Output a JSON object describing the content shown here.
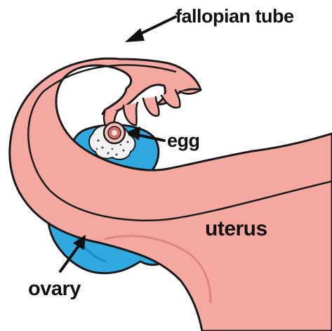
{
  "labels": {
    "fallopian_tube": "fallopian tube",
    "egg": "egg",
    "uterus": "uterus",
    "ovary": "ovary"
  },
  "colors": {
    "tissue": "#f4a8a0",
    "tissue_inner": "#f7c1b8",
    "outline": "#1a1a1a",
    "ovary": "#2fa9e0",
    "ovary_shade": "#1d8cc4",
    "egg_ring": "#d0706a",
    "follicle": "#f2f2f2"
  }
}
